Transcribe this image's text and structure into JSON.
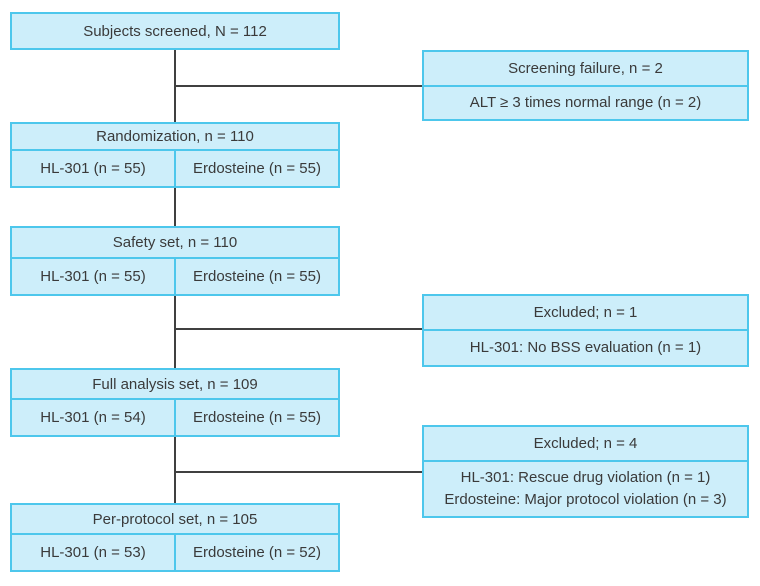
{
  "colors": {
    "box_fill": "#cdeefa",
    "box_border": "#4dc7ec",
    "line_color": "#404040",
    "text_color": "#3a3a3a"
  },
  "flow": {
    "screened": {
      "title": "Subjects screened, N = 112"
    },
    "screening_failure": {
      "title": "Screening failure, n = 2",
      "details": [
        "ALT ≥ 3 times normal range (n = 2)"
      ]
    },
    "randomization": {
      "title": "Randomization, n = 110",
      "left": "HL-301 (n = 55)",
      "right": "Erdosteine (n = 55)"
    },
    "safety_set": {
      "title": "Safety set, n = 110",
      "left": "HL-301 (n = 55)",
      "right": "Erdosteine (n = 55)"
    },
    "excluded_1": {
      "title": "Excluded; n = 1",
      "details": [
        "HL-301: No BSS evaluation (n = 1)"
      ]
    },
    "full_analysis_set": {
      "title": "Full analysis set, n = 109",
      "left": "HL-301 (n = 54)",
      "right": "Erdosteine (n = 55)"
    },
    "excluded_4": {
      "title": "Excluded; n = 4",
      "details": [
        "HL-301: Rescue drug violation (n = 1)",
        "Erdosteine: Major protocol violation (n = 3)"
      ]
    },
    "per_protocol_set": {
      "title": "Per-protocol set, n = 105",
      "left": "HL-301 (n = 53)",
      "right": "Erdosteine (n = 52)"
    }
  }
}
